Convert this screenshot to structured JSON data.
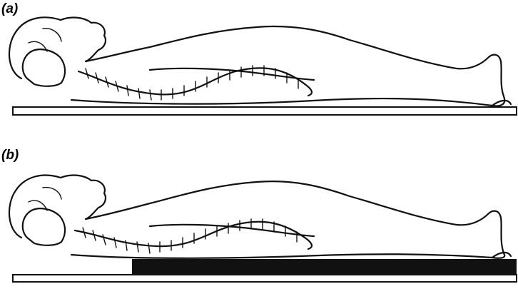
{
  "panels": [
    {
      "label": "(a)",
      "support": "flat-board"
    },
    {
      "label": "(b)",
      "support": "board-with-mattress-under-body"
    }
  ]
}
